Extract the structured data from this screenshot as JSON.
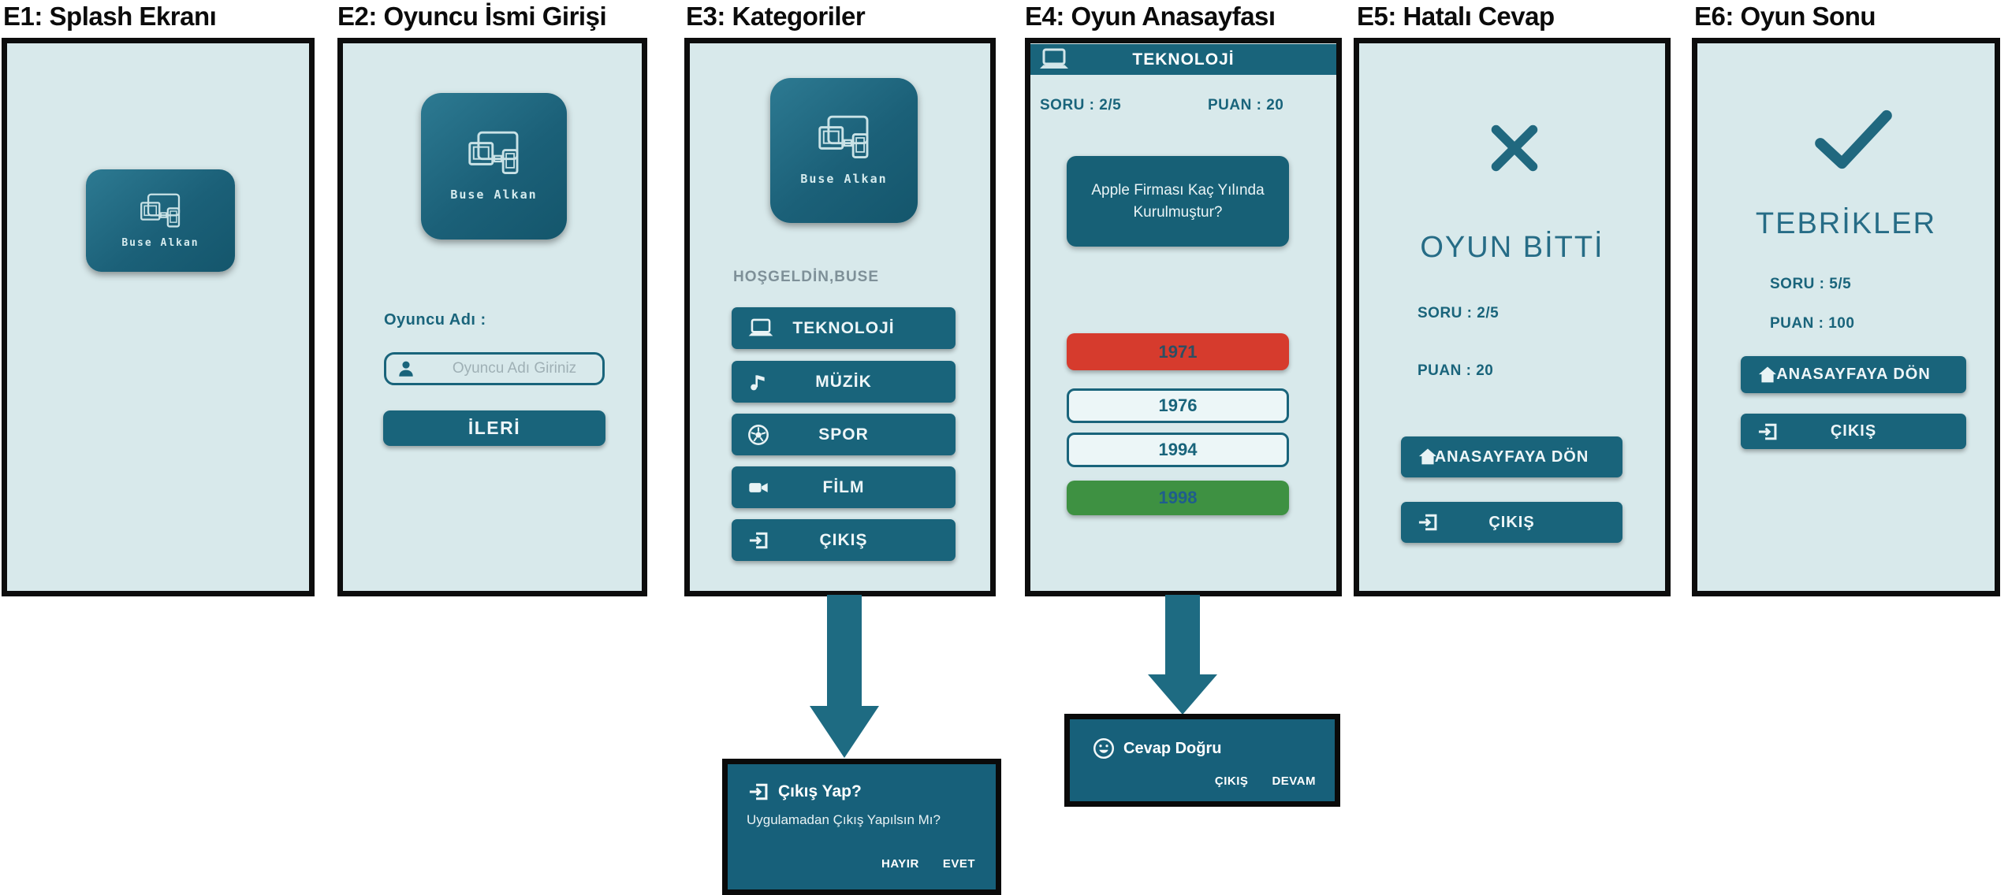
{
  "app": {
    "name": "Buse Alkan"
  },
  "colors": {
    "teal": "#19647b",
    "panel_bg": "#d8e9eb",
    "wrong_red": "#d63b2d",
    "correct_green": "#3e9142",
    "arrow": "#1e6b82"
  },
  "e1": {
    "title": "E1: Splash Ekranı"
  },
  "e2": {
    "title": "E2: Oyuncu İsmi Girişi",
    "player_label": "Oyuncu Adı :",
    "input_placeholder": "Oyuncu Adı Giriniz",
    "next_button": "İLERİ"
  },
  "e3": {
    "title": "E3: Kategoriler",
    "welcome": "HOŞGELDİN,BUSE",
    "categories": [
      {
        "label": "TEKNOLOJİ",
        "icon": "laptop-icon"
      },
      {
        "label": "MÜZİK",
        "icon": "music-note-icon"
      },
      {
        "label": "SPOR",
        "icon": "soccer-ball-icon"
      },
      {
        "label": "FİLM",
        "icon": "video-camera-icon"
      },
      {
        "label": "ÇIKIŞ",
        "icon": "exit-icon"
      }
    ]
  },
  "e4": {
    "title": "E4: Oyun Anasayfası",
    "header": "TEKNOLOJİ",
    "question_counter": "SORU : 2/5",
    "score": "PUAN : 20",
    "question": "Apple Firması Kaç Yılında Kurulmuştur?",
    "answers": [
      {
        "label": "1971",
        "state": "wrong"
      },
      {
        "label": "1976",
        "state": "neutral"
      },
      {
        "label": "1994",
        "state": "neutral"
      },
      {
        "label": "1998",
        "state": "correct"
      }
    ]
  },
  "e5": {
    "title": "E5: Hatalı Cevap",
    "headline": "OYUN BİTTİ",
    "question_counter": "SORU : 2/5",
    "score": "PUAN : 20",
    "home_button": "ANASAYFAYA DÖN",
    "exit_button": "ÇIKIŞ"
  },
  "e6": {
    "title": "E6: Oyun Sonu",
    "headline": "TEBRİKLER",
    "question_counter": "SORU : 5/5",
    "score": "PUAN : 100",
    "home_button": "ANASAYFAYA DÖN",
    "exit_button": "ÇIKIŞ"
  },
  "exit_dialog": {
    "title": "Çıkış Yap?",
    "message": "Uygulamadan Çıkış Yapılsın Mı?",
    "no_button": "HAYIR",
    "yes_button": "EVET"
  },
  "correct_dialog": {
    "title": "Cevap Doğru",
    "exit_button": "ÇIKIŞ",
    "continue_button": "DEVAM"
  }
}
